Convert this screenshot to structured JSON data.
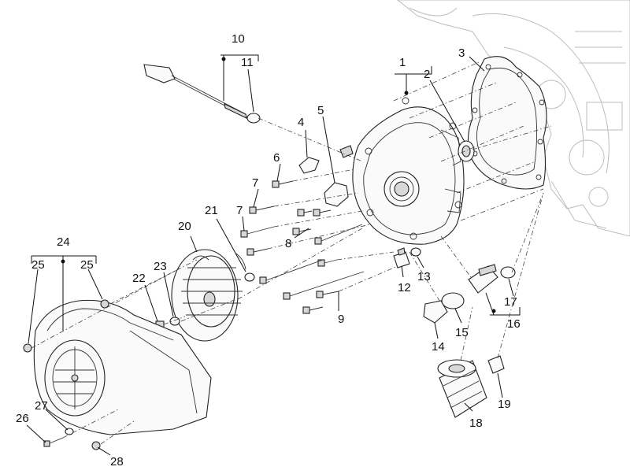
{
  "callouts": [
    {
      "id": "c1",
      "text": "1"
    },
    {
      "id": "c2",
      "text": "2"
    },
    {
      "id": "c3",
      "text": "3"
    },
    {
      "id": "c4",
      "text": "4"
    },
    {
      "id": "c5",
      "text": "5"
    },
    {
      "id": "c6",
      "text": "6"
    },
    {
      "id": "c7a",
      "text": "7"
    },
    {
      "id": "c7b",
      "text": "7"
    },
    {
      "id": "c8",
      "text": "8"
    },
    {
      "id": "c9",
      "text": "9"
    },
    {
      "id": "c10",
      "text": "10"
    },
    {
      "id": "c11",
      "text": "11"
    },
    {
      "id": "c12",
      "text": "12"
    },
    {
      "id": "c13",
      "text": "13"
    },
    {
      "id": "c14",
      "text": "14"
    },
    {
      "id": "c15",
      "text": "15"
    },
    {
      "id": "c16",
      "text": "16"
    },
    {
      "id": "c17",
      "text": "17"
    },
    {
      "id": "c18",
      "text": "18"
    },
    {
      "id": "c19",
      "text": "19"
    },
    {
      "id": "c20",
      "text": "20"
    },
    {
      "id": "c21",
      "text": "21"
    },
    {
      "id": "c22",
      "text": "22"
    },
    {
      "id": "c23",
      "text": "23"
    },
    {
      "id": "c24",
      "text": "24"
    },
    {
      "id": "c25a",
      "text": "25"
    },
    {
      "id": "c25b",
      "text": "25"
    },
    {
      "id": "c26",
      "text": "26"
    },
    {
      "id": "c27",
      "text": "27"
    },
    {
      "id": "c28",
      "text": "28"
    }
  ]
}
